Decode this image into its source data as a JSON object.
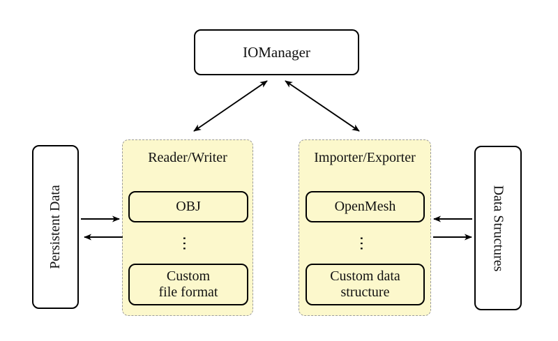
{
  "colors": {
    "panel_fill": "#FCF8CC",
    "panel_border": "#9B9B9B",
    "node_border": "#000000",
    "background": "#FFFFFF",
    "arrow": "#000000"
  },
  "nodes": {
    "iomanager": {
      "label": "IOManager"
    },
    "persistent_data": {
      "label": "Persistent Data"
    },
    "data_structures": {
      "label": "Data Structures"
    },
    "reader_writer": {
      "title": "Reader/Writer",
      "items": {
        "first": "OBJ",
        "ellipsis": "…",
        "last": "Custom\nfile format"
      }
    },
    "importer_exporter": {
      "title": "Importer/Exporter",
      "items": {
        "first": "OpenMesh",
        "ellipsis": "…",
        "last": "Custom data\nstructure"
      }
    }
  }
}
